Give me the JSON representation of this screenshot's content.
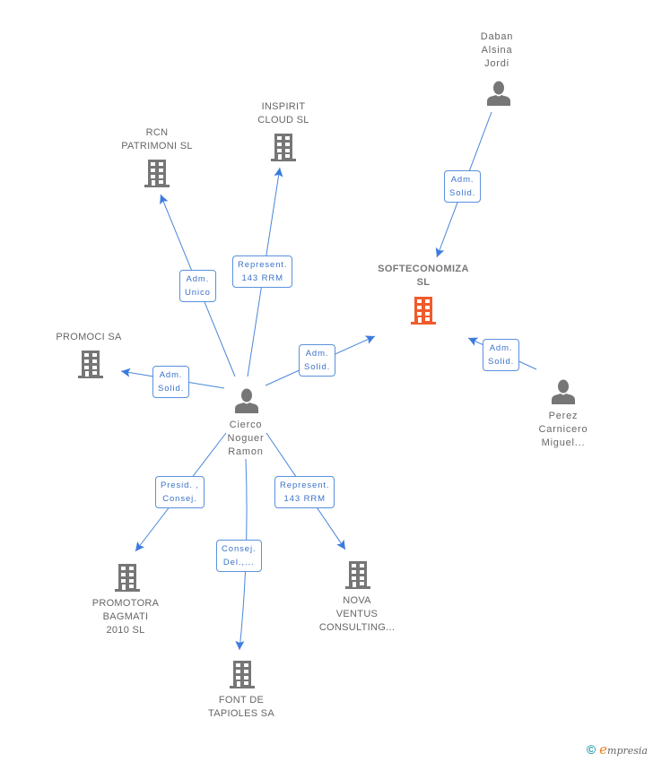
{
  "colors": {
    "edge": "#4a86d8",
    "edge_label_text": "#3b72c8",
    "company_icon": "#767676",
    "main_company_icon": "#f15a2b",
    "person_icon": "#767676",
    "node_text": "#666666"
  },
  "nodes": {
    "softeconomiza": {
      "lines": [
        "SOFTECONOMIZA",
        "SL"
      ],
      "type": "company",
      "icon": "building-icon",
      "highlighted": true
    },
    "daban": {
      "lines": [
        "Daban",
        "Alsina",
        "Jordi"
      ],
      "type": "person",
      "icon": "person-icon"
    },
    "perez": {
      "lines": [
        "Perez",
        "Carnicero",
        "Miguel..."
      ],
      "type": "person",
      "icon": "person-icon"
    },
    "cierco": {
      "lines": [
        "Cierco",
        "Noguer",
        "Ramon"
      ],
      "type": "person",
      "icon": "person-icon"
    },
    "rcn": {
      "lines": [
        "RCN",
        "PATRIMONI SL"
      ],
      "type": "company",
      "icon": "building-icon"
    },
    "inspirit": {
      "lines": [
        "INSPIRIT",
        "CLOUD SL"
      ],
      "type": "company",
      "icon": "building-icon"
    },
    "promoci": {
      "lines": [
        "PROMOCI SA"
      ],
      "type": "company",
      "icon": "building-icon"
    },
    "promotora": {
      "lines": [
        "PROMOTORA",
        "BAGMATI",
        "2010 SL"
      ],
      "type": "company",
      "icon": "building-icon"
    },
    "font": {
      "lines": [
        "FONT DE",
        "TAPIOLES SA"
      ],
      "type": "company",
      "icon": "building-icon"
    },
    "nova": {
      "lines": [
        "NOVA",
        "VENTUS",
        "CONSULTING..."
      ],
      "type": "company",
      "icon": "building-icon"
    }
  },
  "edges": [
    {
      "id": "daban-soft",
      "from": "daban",
      "to": "softeconomiza",
      "label": [
        "Adm.",
        "Solid."
      ]
    },
    {
      "id": "perez-soft",
      "from": "perez",
      "to": "softeconomiza",
      "label": [
        "Adm.",
        "Solid."
      ]
    },
    {
      "id": "cierco-soft",
      "from": "cierco",
      "to": "softeconomiza",
      "label": [
        "Adm.",
        "Solid."
      ]
    },
    {
      "id": "cierco-rcn",
      "from": "cierco",
      "to": "rcn",
      "label": [
        "Adm.",
        "Unico"
      ]
    },
    {
      "id": "cierco-inspirit",
      "from": "cierco",
      "to": "inspirit",
      "label": [
        "Represent.",
        "143 RRM"
      ]
    },
    {
      "id": "cierco-promoci",
      "from": "cierco",
      "to": "promoci",
      "label": [
        "Adm.",
        "Solid."
      ]
    },
    {
      "id": "cierco-promotora",
      "from": "cierco",
      "to": "promotora",
      "label": [
        "Presid. ,",
        "Consej."
      ]
    },
    {
      "id": "cierco-font",
      "from": "cierco",
      "to": "font",
      "label": [
        "Consej.",
        "Del.,..."
      ]
    },
    {
      "id": "cierco-nova",
      "from": "cierco",
      "to": "nova",
      "label": [
        "Represent.",
        "143 RRM"
      ]
    }
  ],
  "footer": {
    "copyright_symbol": "©",
    "brand_initial": "e",
    "brand_rest": "mpresia"
  }
}
